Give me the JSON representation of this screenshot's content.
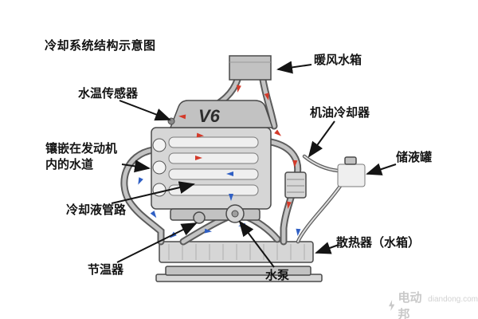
{
  "title": "冷却系统结构示意图",
  "engine_label": "V6",
  "labels": [
    {
      "id": "heater-core",
      "text": "暖风水箱"
    },
    {
      "id": "water-temp-sensor",
      "text": "水温传感器"
    },
    {
      "id": "oil-cooler",
      "text": "机油冷却器"
    },
    {
      "id": "engine-water-jacket",
      "text": "镶嵌在发动机内的水道"
    },
    {
      "id": "reservoir-tank",
      "text": "储液罐"
    },
    {
      "id": "coolant-pipeline",
      "text": "冷却液管路"
    },
    {
      "id": "thermostat",
      "text": "节温器"
    },
    {
      "id": "water-pump",
      "text": "水泵"
    },
    {
      "id": "radiator",
      "text": "散热器（水箱）"
    }
  ],
  "watermark": {
    "brand": "电动邦",
    "site": "diandong.com"
  },
  "colors": {
    "hot_flow": "#d43a2a",
    "cold_flow": "#2f5fc4",
    "annotation": "#141414",
    "wm": "#c9c9c9"
  }
}
